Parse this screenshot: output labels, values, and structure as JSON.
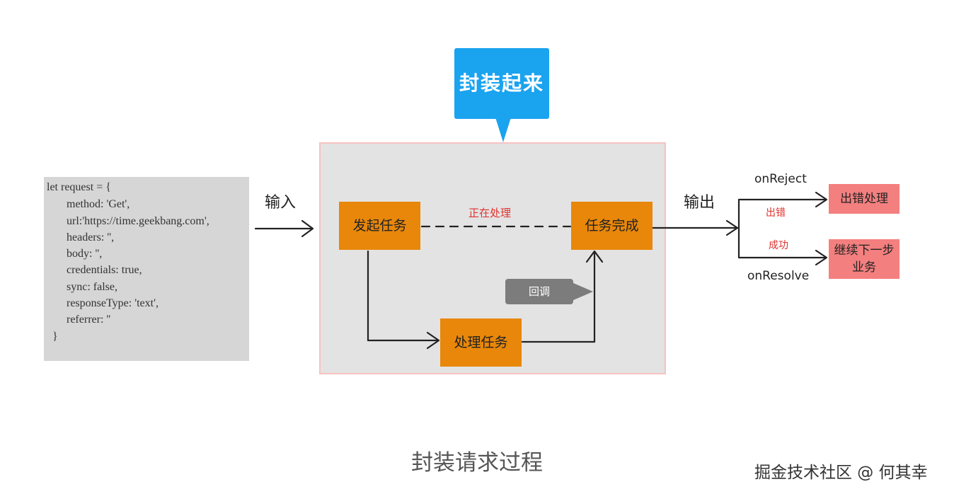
{
  "code": {
    "lines": [
      "let request = {",
      "       method: 'Get',",
      "       url:'https://time.geekbang.com',",
      "       headers: '',",
      "       body: '',",
      "       credentials: true,",
      "       sync: false,",
      "       responseType: 'text',",
      "       referrer: ''",
      "  }"
    ]
  },
  "labels": {
    "input": "输入",
    "output": "输出",
    "callout": "封装起来",
    "start_task": "发起任务",
    "processing": "正在处理",
    "task_done": "任务完成",
    "handle_task": "处理任务",
    "callback": "回调",
    "on_reject": "onReject",
    "error": "出错",
    "handle_error": "出错处理",
    "success": "成功",
    "next_line1": "继续下一步",
    "next_line2": "业务",
    "on_resolve": "onResolve"
  },
  "caption": "封装请求过程",
  "watermark": "掘金技术社区 @ 何其幸",
  "colors": {
    "callout": "#1aa3ef",
    "task_box": "#e8870a",
    "result_box": "#f47f7f",
    "panel": "#e3e3e3",
    "code_bg": "#d6d6d6",
    "callback": "#7c7c7c",
    "red_text": "#e0322e"
  }
}
